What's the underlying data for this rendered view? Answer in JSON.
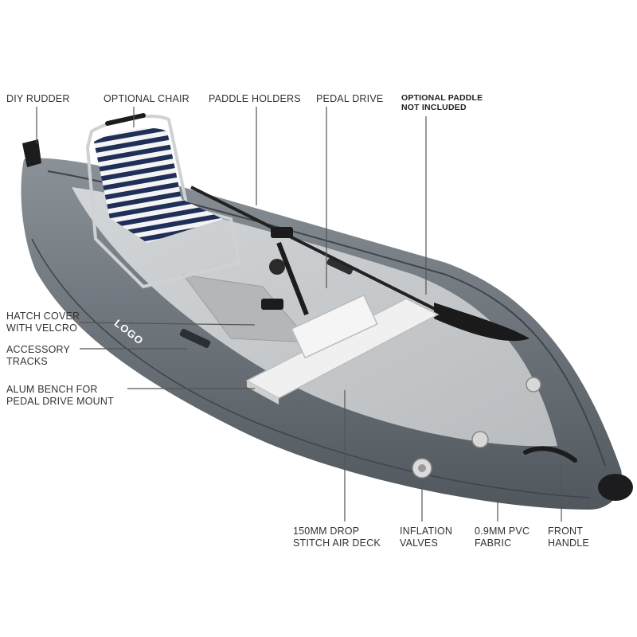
{
  "labels": {
    "diy_rudder": "DIY RUDDER",
    "optional_chair": "OPTIONAL CHAIR",
    "paddle_holders": "PADDLE HOLDERS",
    "pedal_drive": "PEDAL DRIVE",
    "optional_paddle_1": "OPTIONAL PADDLE",
    "optional_paddle_2": "NOT INCLUDED",
    "hatch_cover_1": "HATCH COVER",
    "hatch_cover_2": "WITH VELCRO",
    "accessory_tracks_1": "ACCESSORY",
    "accessory_tracks_2": "TRACKS",
    "alum_bench_1": "ALUM BENCH FOR",
    "alum_bench_2": "PEDAL DRIVE MOUNT",
    "air_deck_1": "150MM DROP",
    "air_deck_2": "STITCH AIR DECK",
    "inflation_1": "INFLATION",
    "inflation_2": "VALVES",
    "pvc_1": "0.9MM PVC",
    "pvc_2": "FABRIC",
    "front_handle_1": "FRONT",
    "front_handle_2": "HANDLE"
  },
  "logo_text": "LOGO",
  "colors": {
    "hull": "#6f767c",
    "hull_dark": "#4e555b",
    "deck": "#c9ccce",
    "chair_stripe": "#1f2f57",
    "bench": "#eeeeee",
    "leader_line": "#555555"
  }
}
